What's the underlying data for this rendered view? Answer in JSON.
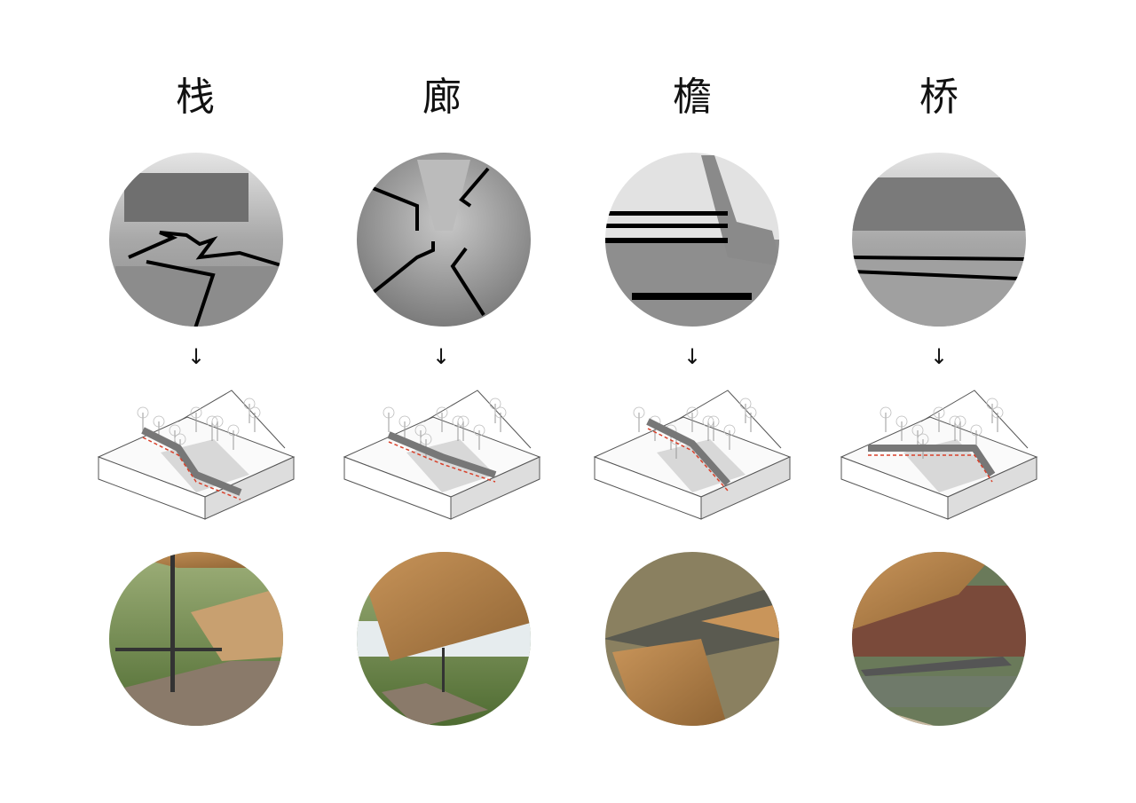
{
  "columns": [
    {
      "title": "栈",
      "arrow": "↓"
    },
    {
      "title": "廊",
      "arrow": "↓"
    },
    {
      "title": "檐",
      "arrow": "↓"
    },
    {
      "title": "桥",
      "arrow": "↓"
    }
  ],
  "colors": {
    "accent_dashed": "#d9402a",
    "line": "#000000",
    "wood": "#b8874e",
    "photo_gray": "#9a9a9a"
  }
}
